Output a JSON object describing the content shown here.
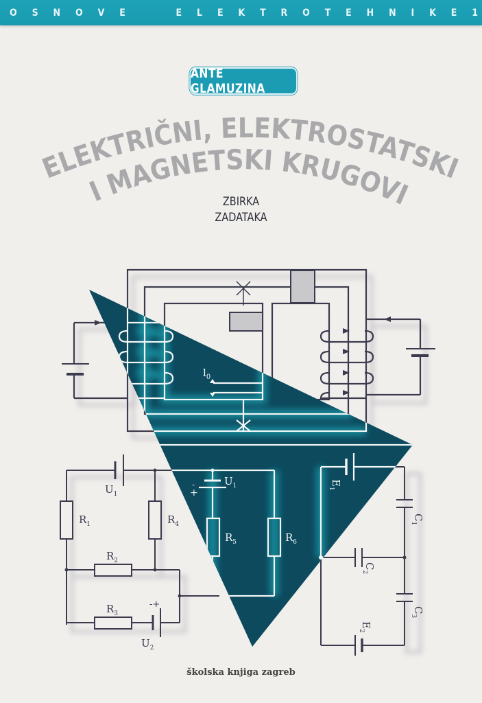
{
  "cover": {
    "series_title_letters": [
      "O",
      "S",
      "N",
      "O",
      "V",
      "E",
      "",
      "E",
      "L",
      "E",
      "K",
      "T",
      "R",
      "O",
      "T",
      "E",
      "H",
      "N",
      "I",
      "K",
      "E",
      "1"
    ],
    "series_title": "OSNOVE ELEKTROTEHNIKE 1",
    "author": "ANTE GLAMUZINA",
    "title_line1": "ELEKTRIČNI, ELEKTROSTATSKI",
    "title_line2": "I MAGNETSKI KRUGOVI",
    "subtitle_line1": "ZBIRKA",
    "subtitle_line2": "ZADATAKA",
    "publisher": "školska knjiga zagreb"
  },
  "diagram_labels": {
    "gap": "l",
    "gap_sub": "0",
    "u1_left": "U",
    "u1_left_sub": "1",
    "u1_mid": "U",
    "u1_mid_sub": "1",
    "u2": "U",
    "u2_sub": "2",
    "r1": "R",
    "r1_sub": "1",
    "r2": "R",
    "r2_sub": "2",
    "r3": "R",
    "r3_sub": "3",
    "r4": "R",
    "r4_sub": "4",
    "r5": "R",
    "r5_sub": "5",
    "r6": "R",
    "r6_sub": "6",
    "e1": "E",
    "e1_sub": "1",
    "e2": "E",
    "e2_sub": "2",
    "c1": "C",
    "c1_sub": "1",
    "c2": "C",
    "c2_sub": "2",
    "c3": "C",
    "c3_sub": "3",
    "minus": "-",
    "plus": "+"
  },
  "colors": {
    "series_bar": "#1da3b8",
    "author_badge": "#1c9cb3",
    "title_gray": "#a9a9ab",
    "triangle": "#0d4a5e",
    "glow": "#1fa5b3",
    "wire_dark": "#3c3b4e",
    "wire_light": "#f2f6f6"
  }
}
